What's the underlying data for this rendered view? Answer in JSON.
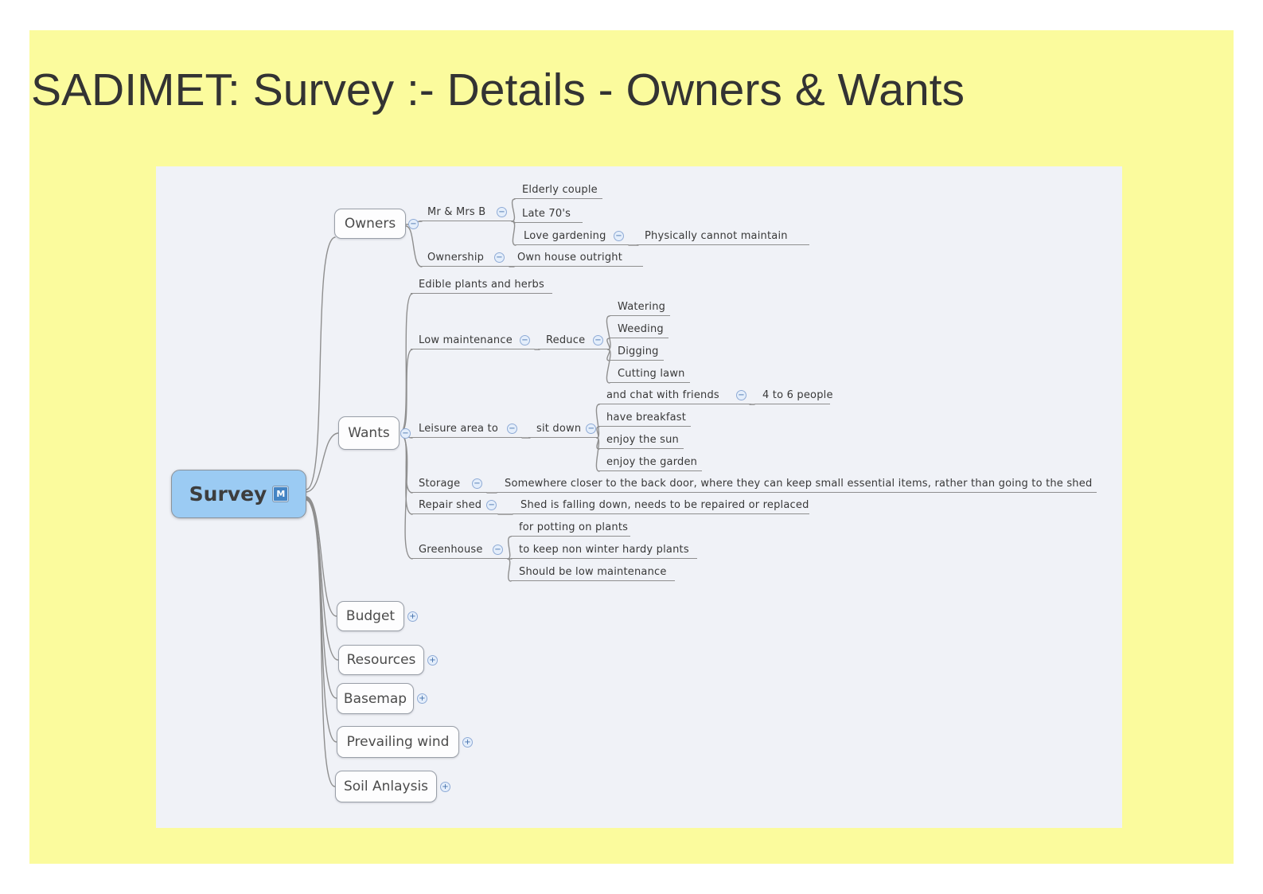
{
  "title": "SADIMET: Survey :- Details - Owners & Wants",
  "colors": {
    "slide_bg": "#fbfb9d",
    "panel_bg": "#f0f2f7",
    "root_fill": "#9bcbf3",
    "line": "#8f8f8f",
    "text": "#383838"
  },
  "icons": {
    "collapse_glyph": "−",
    "expand_glyph": "+",
    "root_badge": "M"
  },
  "map": {
    "root": {
      "label": "Survey"
    },
    "owners": {
      "label": "Owners",
      "mr_mrs_b": {
        "label": "Mr & Mrs B"
      },
      "elderly_couple": {
        "label": "Elderly couple"
      },
      "late_70s": {
        "label": "Late 70's"
      },
      "love_gardening": {
        "label": "Love gardening"
      },
      "physically": {
        "label": "Physically cannot maintain"
      },
      "ownership": {
        "label": "Ownership"
      },
      "own_house": {
        "label": "Own house outright"
      }
    },
    "wants": {
      "label": "Wants",
      "edible": {
        "label": "Edible plants and herbs"
      },
      "low_maintenance": {
        "label": "Low maintenance"
      },
      "reduce": {
        "label": "Reduce"
      },
      "watering": {
        "label": "Watering"
      },
      "weeding": {
        "label": "Weeding"
      },
      "digging": {
        "label": "Digging"
      },
      "cutting_lawn": {
        "label": "Cutting lawn"
      },
      "leisure": {
        "label": "Leisure area to"
      },
      "sit_down": {
        "label": "sit down"
      },
      "chat": {
        "label": "and chat with friends"
      },
      "people": {
        "label": "4 to 6 people"
      },
      "breakfast": {
        "label": "have breakfast"
      },
      "sun": {
        "label": "enjoy the sun"
      },
      "garden": {
        "label": "enjoy the garden"
      },
      "storage": {
        "label": "Storage"
      },
      "storage_note": {
        "label": "Somewhere closer to the back door, where they can keep small essential items, rather than going to the shed"
      },
      "repair_shed": {
        "label": "Repair shed"
      },
      "repair_note": {
        "label": "Shed is falling down, needs to be repaired or replaced"
      },
      "greenhouse": {
        "label": "Greenhouse"
      },
      "potting": {
        "label": "for potting on plants"
      },
      "non_winter": {
        "label": "to keep non winter hardy plants"
      },
      "low_maint_note": {
        "label": "Should be low maintenance"
      }
    },
    "budget": {
      "label": "Budget"
    },
    "resources": {
      "label": "Resources"
    },
    "basemap": {
      "label": "Basemap"
    },
    "prevailing_wind": {
      "label": "Prevailing wind"
    },
    "soil_analysis": {
      "label": "Soil Anlaysis"
    }
  }
}
